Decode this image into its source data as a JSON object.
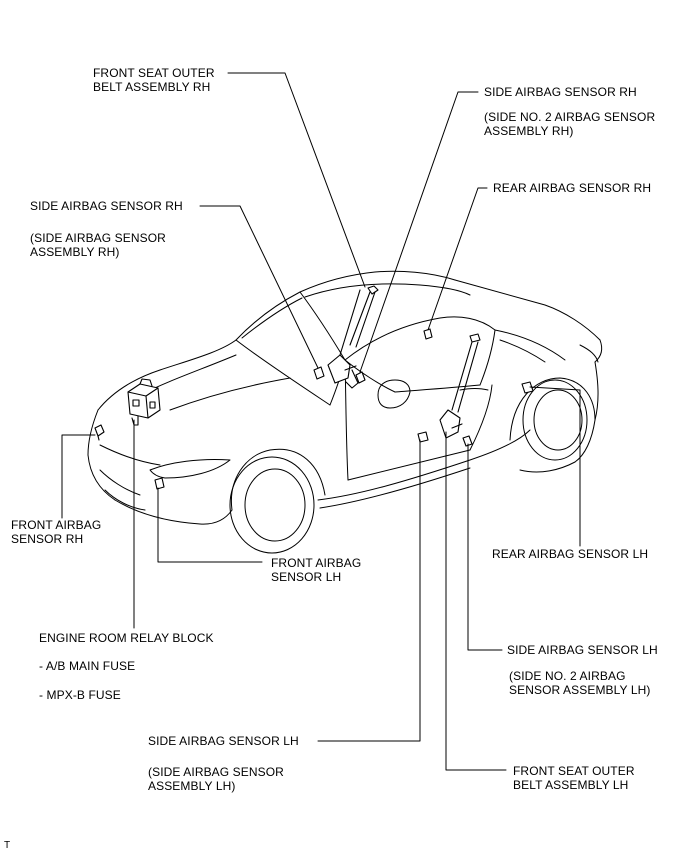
{
  "labels": {
    "front_seat_belt_rh": "FRONT SEAT OUTER\nBELT ASSEMBLY RH",
    "side_sensor_rh_top": "SIDE AIRBAG SENSOR RH",
    "side_sensor_rh_top_sub": "(SIDE NO. 2 AIRBAG SENSOR\nASSEMBLY RH)",
    "rear_sensor_rh": "REAR AIRBAG SENSOR RH",
    "side_sensor_rh_left": "SIDE AIRBAG SENSOR RH",
    "side_sensor_rh_left_sub": "(SIDE AIRBAG SENSOR\nASSEMBLY RH)",
    "front_sensor_rh": "FRONT AIRBAG\nSENSOR RH",
    "front_sensor_lh": "FRONT AIRBAG\nSENSOR LH",
    "rear_sensor_lh": "REAR AIRBAG SENSOR LH",
    "relay_block": "ENGINE ROOM RELAY BLOCK",
    "fuse_ab_main": "- A/B MAIN FUSE",
    "fuse_mpx_b": "- MPX-B FUSE",
    "side_sensor_lh_right": "SIDE AIRBAG SENSOR LH",
    "side_sensor_lh_right_sub": "(SIDE NO. 2 AIRBAG\nSENSOR ASSEMBLY LH)",
    "side_sensor_lh_bottom": "SIDE AIRBAG SENSOR LH",
    "side_sensor_lh_bottom_sub": "(SIDE AIRBAG SENSOR\nASSEMBLY LH)",
    "front_seat_belt_lh": "FRONT SEAT OUTER\nBELT ASSEMBLY LH",
    "corner_mark": "T"
  }
}
